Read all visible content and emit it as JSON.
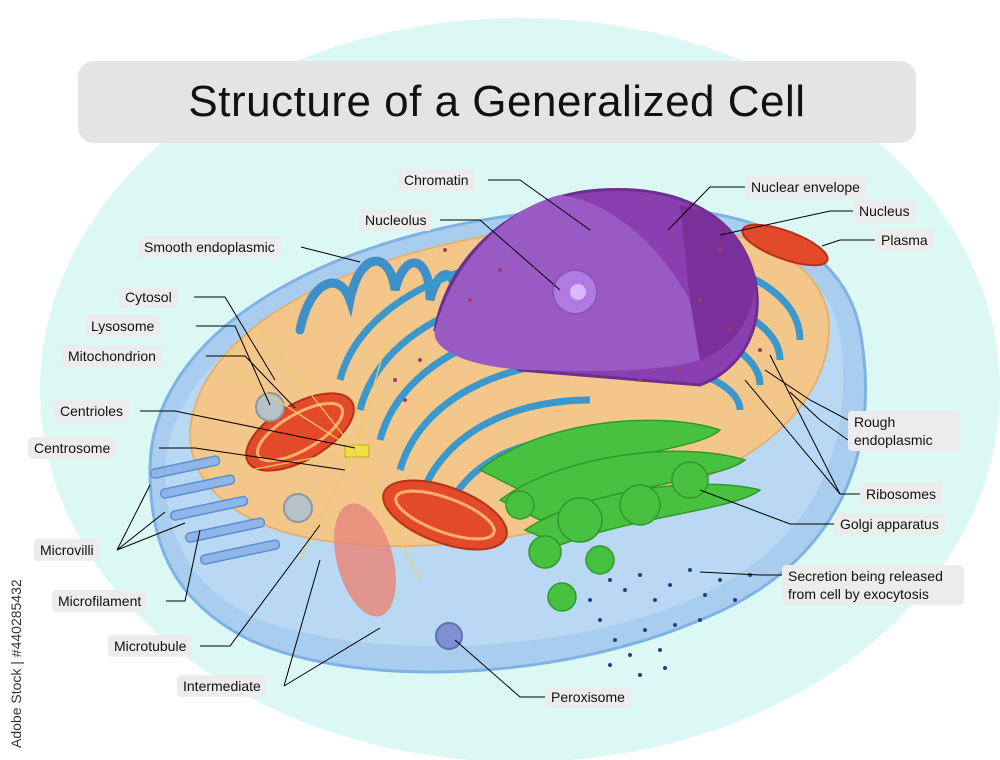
{
  "title": "Structure of a Generalized Cell",
  "watermark": "Adobe Stock | #440285432",
  "labels": {
    "chromatin": "Chromatin",
    "nuclear_envelope": "Nuclear envelope",
    "nucleolus": "Nucleolus",
    "nucleus": "Nucleus",
    "smooth_er": "Smooth endoplasmic",
    "plasma": "Plasma",
    "cytosol": "Cytosol",
    "lysosome": "Lysosome",
    "mitochondrion": "Mitochondrion",
    "rough_er": "Rough endoplasmic",
    "centrioles": "Centrioles",
    "centrosome": "Centrosome",
    "ribosomes": "Ribosomes",
    "microvilli": "Microvilli",
    "golgi": "Golgi apparatus",
    "secretion": "Secretion being released from cell by exocytosis",
    "microfilament": "Microfilament",
    "microtubule": "Microtubule",
    "intermediate": "Intermediate",
    "peroxisome": "Peroxisome"
  },
  "colors": {
    "background_ellipse": "#dcf8f4",
    "cytoplasm": "#f3c78a",
    "membrane": "#9ec8ee",
    "nucleus": "#8a3fb0",
    "er": "#3f9ed0",
    "golgi": "#48c040",
    "mitochondrion": "#e24a2a",
    "label_bg": "#ececec"
  }
}
